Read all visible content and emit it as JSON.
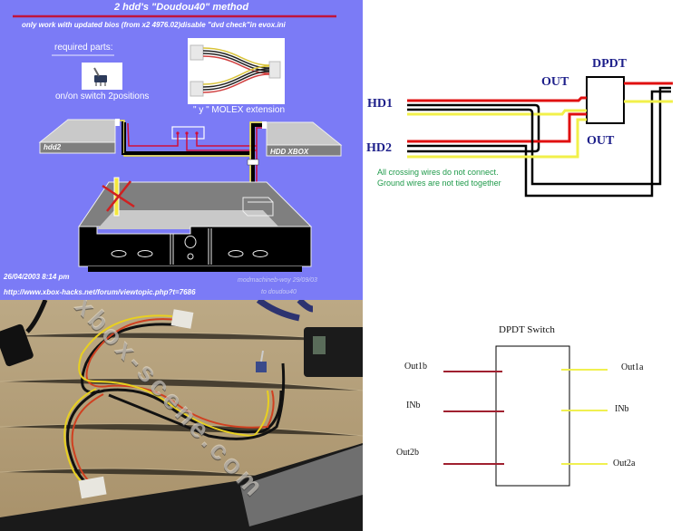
{
  "instructions_panel": {
    "title": "2 hdd's  \"Doudou40\" method",
    "subtitle": "only work with updated bios (from x2 4976.02)disable \"dvd check\"in evox.ini",
    "required_parts_label": "required parts:",
    "switch_caption": "on/on switch 2positions",
    "molex_caption": "\" y \" MOLEX extension",
    "hdd2_label": "hdd2",
    "hdd_xbox_label": "HDD XBOX",
    "date": "26/04/2003 8:14 pm",
    "url": "http://www.xbox-hacks.net/forum/viewtopic.php?t=7686",
    "credit": "modmachineb-woy  29/09/03",
    "credit_to": "to doudou40",
    "colors": {
      "background": "#7b7bf6",
      "title_rule": "#c0143c",
      "wire_red": "#d0103a",
      "wire_yellow": "#f4e83c",
      "wire_black": "#000000"
    }
  },
  "wiring_panel": {
    "title": "DPDT",
    "hd1_label": "HD1",
    "hd2_label": "HD2",
    "out_top_label": "OUT",
    "out_bottom_label": "OUT",
    "note": "All crossing wires do not connect.  Ground wires are not tied together",
    "colors": {
      "label": "#1d1f8a",
      "note": "#1f9a4a",
      "red": "#e01010",
      "yellow": "#f2f04a",
      "black": "#000000"
    }
  },
  "photo_panel": {
    "watermark": "xbox-scene.com",
    "description": "wire harness with molex connectors and toggle switch on plywood bench"
  },
  "dpdt_panel": {
    "title": "DPDT Switch",
    "left_pins": [
      "Out1b",
      "INb",
      "Out2b"
    ],
    "right_pins": [
      "Out1a",
      "INb",
      "Out2a"
    ],
    "colors": {
      "left_wire": "#a02030",
      "right_wire": "#f0f050"
    }
  }
}
